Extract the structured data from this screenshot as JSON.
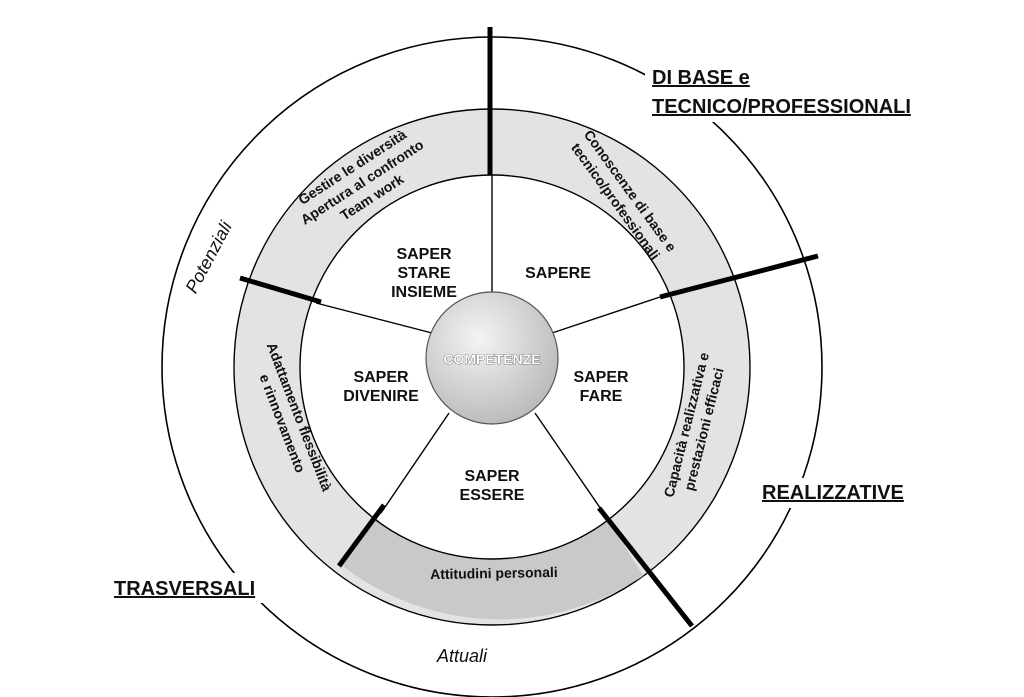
{
  "center": {
    "label": "COMPETENZE"
  },
  "inner_sectors": {
    "sapere": [
      "SAPERE"
    ],
    "saper_fare": [
      "SAPER",
      "FARE"
    ],
    "saper_essere": [
      "SAPER",
      "ESSERE"
    ],
    "saper_divenire": [
      "SAPER",
      "DIVENIRE"
    ],
    "saper_stare_insieme": [
      "SAPER",
      "STARE",
      "INSIEME"
    ]
  },
  "ring_sectors": {
    "conoscenze": [
      "Conoscenze di base e",
      "tecnico/professionali"
    ],
    "capacita": [
      "Capacità realizzativa e",
      "prestazioni efficaci"
    ],
    "attitudini": [
      "Attitudini personali"
    ],
    "adattamento": [
      "Adattamento flessibilità",
      "e rinnovamento"
    ],
    "gestire": [
      "Gestire le diversità",
      "Apertura al confronto",
      "Team work"
    ]
  },
  "outer_labels": {
    "di_base": [
      "DI BASE e",
      "TECNICO/PROFESSIONALI"
    ],
    "realizzative": "REALIZZATIVE",
    "trasversali": "TRASVERSALI",
    "potenziali": "Potenziali",
    "attuali": "Attuali"
  },
  "colors": {
    "ring_fill": "#e3e3e3",
    "attitudini_fill": "#c9c9c9",
    "center_fill": "#d4d4d4",
    "lines": "#000000"
  }
}
